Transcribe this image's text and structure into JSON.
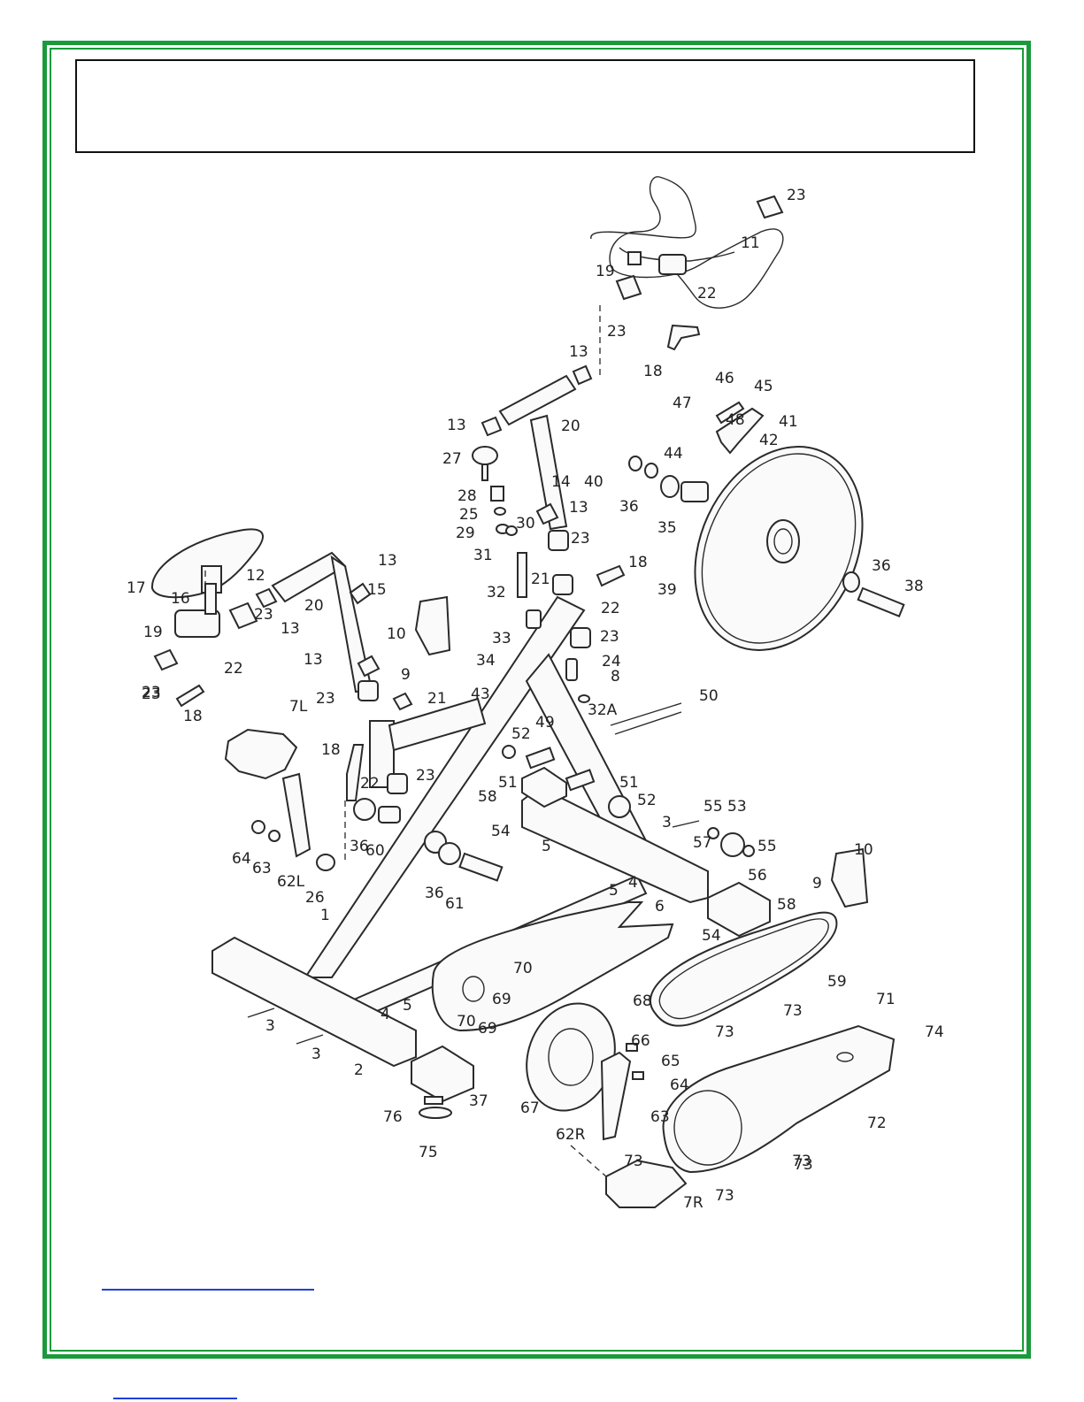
{
  "page": {
    "title": ""
  },
  "frame": {
    "border_color": "#1a9a3a"
  },
  "links": [
    {
      "text": ""
    },
    {
      "text": ""
    }
  ],
  "part_labels": [
    "1",
    "2",
    "3",
    "3",
    "3",
    "4",
    "4",
    "5",
    "5",
    "5",
    "6",
    "7L",
    "7R",
    "8",
    "9",
    "9",
    "10",
    "10",
    "11",
    "12",
    "13",
    "13",
    "13",
    "13",
    "13",
    "13",
    "14",
    "15",
    "16",
    "17",
    "18",
    "18",
    "18",
    "18",
    "19",
    "19",
    "20",
    "20",
    "21",
    "21",
    "22",
    "22",
    "22",
    "22",
    "23",
    "23",
    "23",
    "23",
    "23",
    "23",
    "23",
    "23",
    "23",
    "24",
    "25",
    "26",
    "27",
    "28",
    "29",
    "30",
    "31",
    "32",
    "32A",
    "33",
    "34",
    "35",
    "36",
    "36",
    "36",
    "36",
    "37",
    "38",
    "39",
    "40",
    "41",
    "42",
    "43",
    "44",
    "45",
    "46",
    "47",
    "48",
    "49",
    "50",
    "51",
    "51",
    "52",
    "52",
    "53",
    "54",
    "54",
    "55",
    "55",
    "56",
    "57",
    "58",
    "58",
    "59",
    "60",
    "61",
    "62L",
    "62R",
    "63",
    "63",
    "64",
    "64",
    "65",
    "66",
    "67",
    "68",
    "69",
    "69",
    "70",
    "70",
    "71",
    "72",
    "73",
    "73",
    "73",
    "73",
    "73",
    "73",
    "74",
    "75",
    "76"
  ]
}
